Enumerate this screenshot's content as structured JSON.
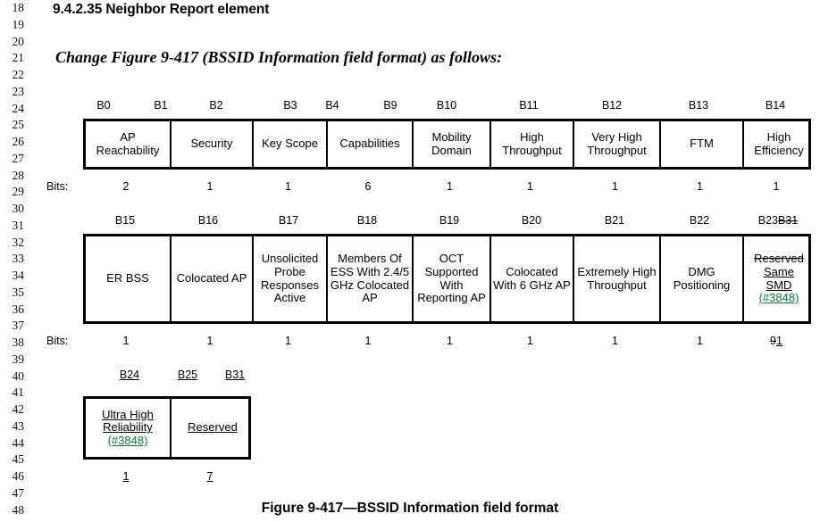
{
  "document": {
    "section_heading": "9.4.2.35 Neighbor Report element",
    "change_note": "Change Figure 9-417 (BSSID Information field format) as follows:",
    "figure_caption": "Figure 9-417—BSSID Information field format",
    "line_numbers": [
      "18",
      "19",
      "20",
      "21",
      "22",
      "23",
      "24",
      "25",
      "26",
      "27",
      "28",
      "29",
      "30",
      "31",
      "32",
      "33",
      "34",
      "35",
      "36",
      "37",
      "38",
      "39",
      "40",
      "41",
      "42",
      "43",
      "44",
      "45",
      "46",
      "47",
      "48"
    ],
    "insertion_color": "#0a7d32"
  },
  "row1": {
    "bit_labels": [
      "B0",
      "B1",
      "B2",
      "B3",
      "B4",
      "B9",
      "B10",
      "B11",
      "B12",
      "B13",
      "B14"
    ],
    "cells": [
      {
        "text": "AP Reachability"
      },
      {
        "text": "Security"
      },
      {
        "text": "Key Scope"
      },
      {
        "text": "Capabilities"
      },
      {
        "text": "Mobility Domain"
      },
      {
        "text": "High Throughput"
      },
      {
        "text": "Very High Throughput"
      },
      {
        "text": "FTM"
      },
      {
        "text": "High Efficiency"
      }
    ],
    "bits_label": "Bits:",
    "bits_values": [
      "2",
      "1",
      "1",
      "6",
      "1",
      "1",
      "1",
      "1",
      "1"
    ]
  },
  "row2": {
    "bit_labels": [
      "B15",
      "B16",
      "B17",
      "B18",
      "B19",
      "B20",
      "B21",
      "B22"
    ],
    "last_bit_label": {
      "kept": "B23",
      "deleted": "B31"
    },
    "cells": [
      {
        "text": "ER BSS"
      },
      {
        "text": "Colocated AP"
      },
      {
        "text": "Unsolicited Probe Responses Active"
      },
      {
        "text": "Members Of ESS With 2.4/5 GHz Colocated AP"
      },
      {
        "text": "OCT Supported With Reporting AP"
      },
      {
        "text": "Colocated With 6 GHz AP"
      },
      {
        "text": "Extremely High Throughput"
      },
      {
        "text": "DMG Positioning"
      }
    ],
    "last_cell": {
      "deleted": "Reserved",
      "inserted_line1": "Same",
      "inserted_line2": "SMD",
      "change_tag": "(#3848)"
    },
    "bits_label": "Bits:",
    "bits_values": [
      "1",
      "1",
      "1",
      "1",
      "1",
      "1",
      "1",
      "1"
    ],
    "last_bits_value": {
      "deleted": "9",
      "inserted": "1"
    }
  },
  "row3": {
    "bit_labels": [
      "B24",
      "B25",
      "B31"
    ],
    "cells": [
      {
        "line1": "Ultra High",
        "line2": "Reliability",
        "change_tag": "(#3848)"
      },
      {
        "text": "Reserved"
      }
    ],
    "bits_values": [
      "1",
      "7"
    ]
  }
}
